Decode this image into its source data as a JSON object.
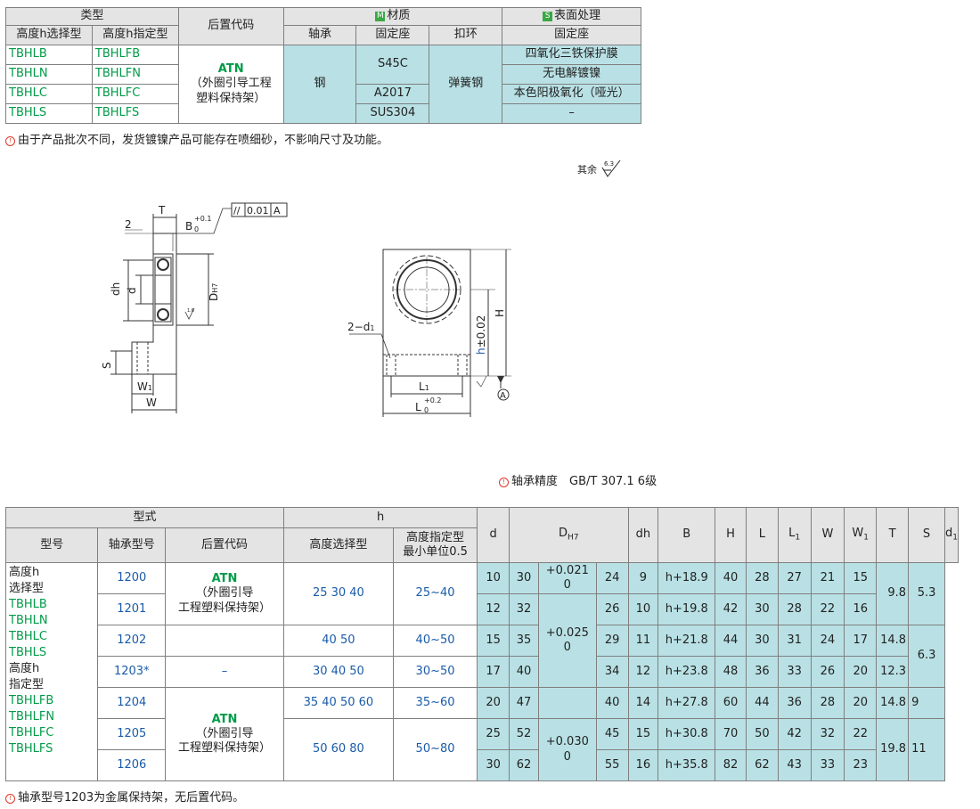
{
  "table1": {
    "type_header": "类型",
    "suffix_header": "后置代码",
    "material_marker": "M",
    "material_header": "材质",
    "surface_marker": "S",
    "surface_header": "表面处理",
    "col_h_select": "高度h选择型",
    "col_h_specify": "高度h指定型",
    "col_bearing": "轴承",
    "col_seat": "固定座",
    "col_ring": "扣环",
    "col_surface_seat": "固定座",
    "rows": [
      {
        "select": "TBHLB",
        "specify": "TBHLFB"
      },
      {
        "select": "TBHLN",
        "specify": "TBHLFN"
      },
      {
        "select": "TBHLC",
        "specify": "TBHLFC"
      },
      {
        "select": "TBHLS",
        "specify": "TBHLFS"
      }
    ],
    "suffix_code": "ATN",
    "suffix_desc1": "（外圈引导工程",
    "suffix_desc2": "塑料保持架）",
    "bearing_material": "钢",
    "seat_materials": [
      "S45C",
      "A2017",
      "SUS304"
    ],
    "ring_material": "弹簧钢",
    "surfaces": [
      "四氧化三铁保护膜",
      "无电解镀镍",
      "本色阳极氧化（哑光）",
      "–"
    ]
  },
  "notes": {
    "note1": "由于产品批次不同，发货镀镍产品可能存在喷细砂，不影响尺寸及功能。",
    "roughness_prefix": "其余",
    "roughness_value": "6.3",
    "accuracy": "轴承精度　GB/T 307.1 6级",
    "note2": "轴承型号1203为金属保持架，无后置代码。"
  },
  "drawing": {
    "dim_2": "2",
    "dim_T": "T",
    "dim_B": "B",
    "dim_B_tol_up": "+0.1",
    "dim_B_tol_low": "0",
    "parallel_symbol": "//",
    "parallel_value": "0.01",
    "parallel_datum": "A",
    "dim_dh": "dh",
    "dim_d": "d",
    "dim_DH7": "D",
    "dim_DH7_sub": "H7",
    "rough_small": "1.6",
    "dim_S": "S",
    "dim_W1": "W",
    "dim_W1_sub": "1",
    "dim_W": "W",
    "dim_2d1": "2−d",
    "dim_2d1_sub": "1",
    "dim_h": "h",
    "dim_h_tol": "±0.02",
    "dim_H": "H",
    "dim_L1": "L",
    "dim_L1_sub": "1",
    "dim_L": "L",
    "dim_L_tol_up": "+0.2",
    "dim_L_tol_low": "0",
    "datum_A": "A"
  },
  "table2": {
    "group_model": "型式",
    "group_h": "h",
    "col_model": "型号",
    "col_bearing_no": "轴承型号",
    "col_suffix": "后置代码",
    "col_h_select": "高度选择型",
    "col_h_specify_1": "高度指定型",
    "col_h_specify_2": "最小单位0.5",
    "col_d": "d",
    "col_D": "D",
    "col_D_sub": "H7",
    "col_dh": "dh",
    "col_B": "B",
    "col_H": "H",
    "col_L": "L",
    "col_L1": "L",
    "col_L1_sub": "1",
    "col_W": "W",
    "col_W1": "W",
    "col_W1_sub": "1",
    "col_T": "T",
    "col_S": "S",
    "col_d1": "d",
    "col_d1_sub": "1",
    "model_lines": [
      "高度h",
      "选择型",
      "TBHLB",
      "TBHLN",
      "TBHLC",
      "TBHLS",
      "高度h",
      "指定型",
      "TBHLFB",
      "TBHLFN",
      "TBHLFC",
      "TBHLFS"
    ],
    "suffix_a_code": "ATN",
    "suffix_a_l1": "（外圈引导",
    "suffix_a_l2": "工程塑料保持架）",
    "suffix_dash": "–",
    "suffix_b_code": "ATN",
    "suffix_b_l1": "（外圈引导",
    "suffix_b_l2": "工程塑料保持架）",
    "rows": [
      {
        "bearing": "1200",
        "d": "10",
        "D": "30",
        "dh": "24",
        "B": "9",
        "H": "h+18.9",
        "L": "40",
        "L1": "28",
        "W": "27",
        "W1": "21",
        "T": "15"
      },
      {
        "bearing": "1201",
        "d": "12",
        "D": "32",
        "dh": "26",
        "B": "10",
        "H": "h+19.8",
        "L": "42",
        "L1": "30",
        "W": "28",
        "W1": "22",
        "T": "16"
      },
      {
        "bearing": "1202",
        "d": "15",
        "D": "35",
        "dh": "29",
        "B": "11",
        "H": "h+21.8",
        "L": "44",
        "L1": "30",
        "W": "31",
        "W1": "24",
        "T": "17"
      },
      {
        "bearing": "1203*",
        "d": "17",
        "D": "40",
        "dh": "34",
        "B": "12",
        "H": "h+23.8",
        "L": "48",
        "L1": "36",
        "W": "33",
        "W1": "26",
        "T": "20"
      },
      {
        "bearing": "1204",
        "d": "20",
        "D": "47",
        "dh": "40",
        "B": "14",
        "H": "h+27.8",
        "L": "60",
        "L1": "44",
        "W": "36",
        "W1": "28",
        "T": "20"
      },
      {
        "bearing": "1205",
        "d": "25",
        "D": "52",
        "dh": "45",
        "B": "15",
        "H": "h+30.8",
        "L": "70",
        "L1": "50",
        "W": "42",
        "W1": "32",
        "T": "22"
      },
      {
        "bearing": "1206",
        "d": "30",
        "D": "62",
        "dh": "55",
        "B": "16",
        "H": "h+35.8",
        "L": "82",
        "L1": "62",
        "W": "43",
        "W1": "33",
        "T": "23"
      }
    ],
    "h_select": [
      "25 30 40",
      "40 50",
      "30 40 50",
      "35 40 50 60",
      "50 60 80"
    ],
    "h_specify": [
      "25~40",
      "40~50",
      "30~50",
      "35~60",
      "50~80"
    ],
    "tol_1": [
      "+0.021",
      "0"
    ],
    "tol_2": [
      "+0.025",
      "0"
    ],
    "tol_3": [
      "+0.030",
      "0"
    ],
    "S_values": [
      "9.8",
      "14.8",
      "12.3",
      "14.8",
      "19.8"
    ],
    "d1_values": [
      "5.3",
      "6.3",
      "9",
      "11"
    ]
  },
  "colors": {
    "cyan": "#b9e1e5",
    "header_gray": "#e4e4e4",
    "green": "#009b48",
    "blue": "#1a5ba8"
  }
}
